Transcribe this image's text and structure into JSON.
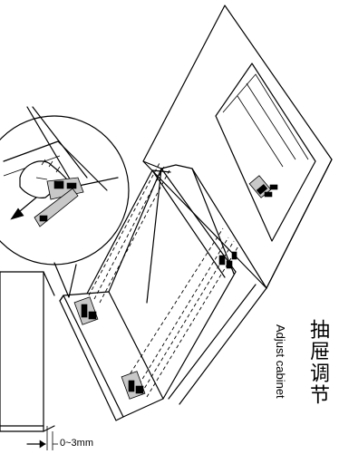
{
  "title_cn": "抽屉调节",
  "title_en": "Adjust cabinet",
  "gap_label": "0~3mm"
}
